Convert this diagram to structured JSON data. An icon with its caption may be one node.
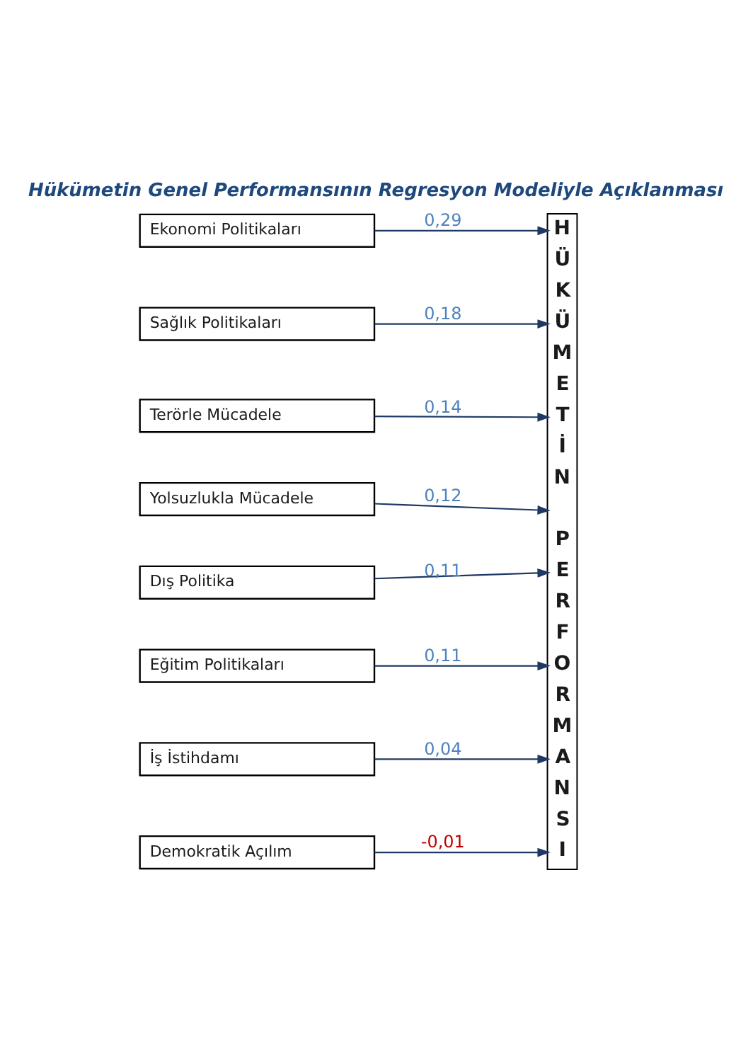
{
  "diagram": {
    "title": "Hükümetin Genel Performansının Regresyon Modeliyle Açıklanması",
    "nodes": [
      {
        "text": [
          "Ekonomi Politikaları"
        ]
      },
      {
        "text": [
          "Sağlık Politikaları"
        ]
      },
      {
        "text": [
          "Terörle Mücadele"
        ]
      },
      {
        "text": [
          "Yolsuzlukla Mücadele"
        ]
      },
      {
        "text": [
          "Dış Politika"
        ]
      },
      {
        "text": [
          "Eğitim Politikaları"
        ]
      },
      {
        "text": [
          "İş İstihdamı"
        ]
      },
      {
        "text": [
          "Demokratik Açılım"
        ]
      },
      {
        "text": [
          "HÜKÜMETİN PERFORMANSI"
        ]
      }
    ],
    "edges": [
      {
        "from": 0,
        "to": 8,
        "arrow": "to",
        "label": "0,29"
      },
      {
        "from": 1,
        "to": 8,
        "arrow": "to",
        "label": "0,18"
      },
      {
        "from": 2,
        "to": 8,
        "arrow": "to",
        "label": "0,14"
      },
      {
        "from": 3,
        "to": 8,
        "arrow": "to",
        "label": "0,12"
      },
      {
        "from": 4,
        "to": 8,
        "arrow": "to",
        "label": "0,11"
      },
      {
        "from": 5,
        "to": 8,
        "arrow": "to",
        "label": "0,11"
      },
      {
        "from": 6,
        "to": 8,
        "arrow": "to",
        "label": "0,04"
      },
      {
        "from": 7,
        "to": 8,
        "arrow": "to",
        "label": "-0,01"
      }
    ]
  }
}
